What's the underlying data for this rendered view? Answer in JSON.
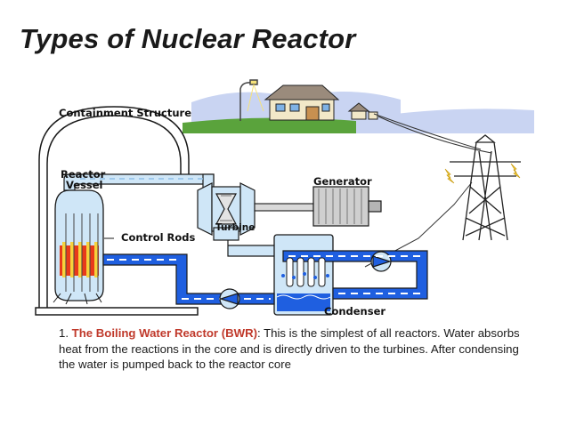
{
  "slide": {
    "title": "Types of Nuclear Reactor"
  },
  "diagram": {
    "labels": {
      "containment": "Containment Structure",
      "reactor_vessel_line1": "Reactor",
      "reactor_vessel_line2": "Vessel",
      "control_rods": "Control Rods",
      "turbine": "Turbine",
      "generator": "Generator",
      "condenser": "Condenser"
    },
    "colors": {
      "water": "#1f5fe0",
      "steam": "#cfe6f7",
      "core": "#e83a1a",
      "fuel": "#f6d23c",
      "grass": "#5aa33c",
      "sky": "#c9d4f2"
    }
  },
  "caption": {
    "number": "1.",
    "highlight": "The Boiling Water Reactor (BWR)",
    "text": ": This is the simplest of all reactors. Water absorbs heat from the reactions in the core and is directly driven to the turbines. After condensing the water is pumped back to the reactor core"
  }
}
